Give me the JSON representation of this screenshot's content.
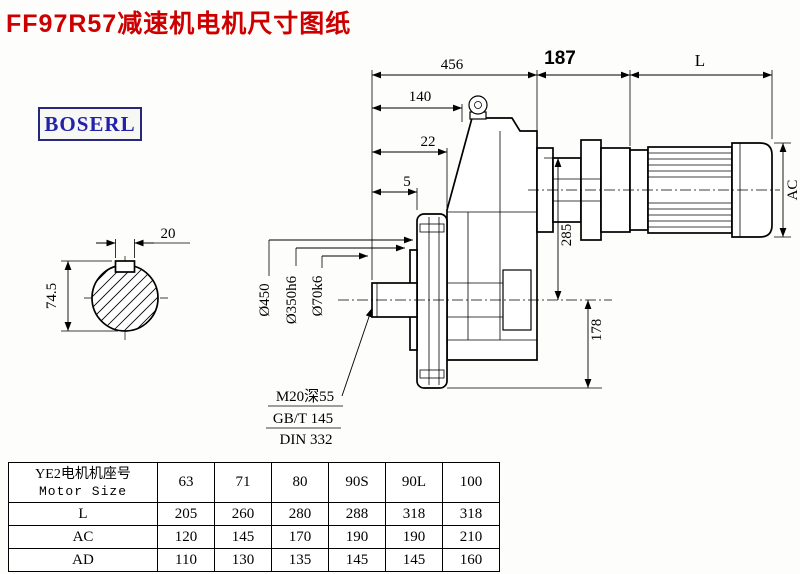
{
  "page": {
    "title": "FF97R57减速机电机尺寸图纸",
    "brand": "BOSERL"
  },
  "drawing": {
    "dims": {
      "total_length": "456",
      "adapter_length": "187",
      "motor_length": "L",
      "housing_offset": "140",
      "flange_thickness": "22",
      "spigot_depth": "5",
      "center_height_upper": "285",
      "center_to_base": "178",
      "motor_diameter": "AC",
      "key_width": "20",
      "shaft_with_key": "74.5"
    },
    "callouts": {
      "flange_diameter": "Ø450",
      "spigot_diameter": "Ø350h6",
      "shaft_diameter": "Ø70k6",
      "tap_note": "M20深55",
      "tap_standard": "GB/T 145",
      "center_hole_standard": "DIN 332"
    }
  },
  "table": {
    "header": {
      "line1": "YE2电机机座号",
      "line2": "Motor Size"
    },
    "sizes": [
      "63",
      "71",
      "80",
      "90S",
      "90L",
      "100"
    ],
    "rows": [
      {
        "label": "L",
        "values": [
          "205",
          "260",
          "280",
          "288",
          "318",
          "318"
        ]
      },
      {
        "label": "AC",
        "values": [
          "120",
          "145",
          "170",
          "190",
          "190",
          "210"
        ]
      },
      {
        "label": "AD",
        "values": [
          "110",
          "130",
          "135",
          "145",
          "145",
          "160"
        ]
      }
    ]
  }
}
